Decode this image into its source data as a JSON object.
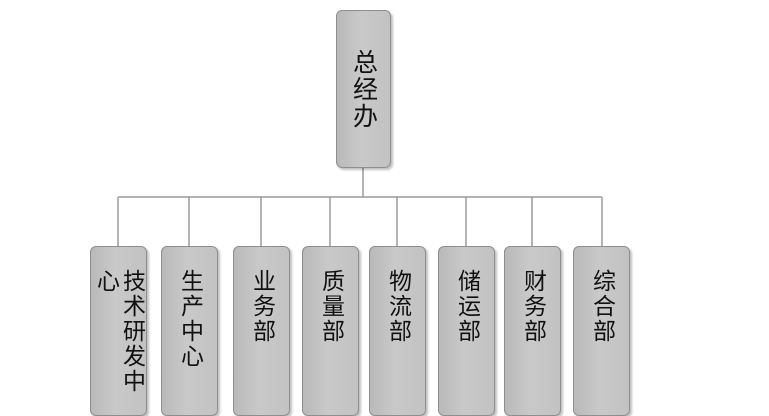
{
  "org_chart": {
    "root": {
      "label": "总经办"
    },
    "children": [
      {
        "label": "技术研发中心"
      },
      {
        "label": "生产中心"
      },
      {
        "label": "业务部"
      },
      {
        "label": "质量部"
      },
      {
        "label": "物流部"
      },
      {
        "label": "储运部"
      },
      {
        "label": "财务部"
      },
      {
        "label": "综合部"
      }
    ]
  },
  "colors": {
    "node_fill": "#c3c3c3",
    "node_border": "#8e8e8e",
    "connector": "#9a9a9a",
    "text": "#111111"
  }
}
